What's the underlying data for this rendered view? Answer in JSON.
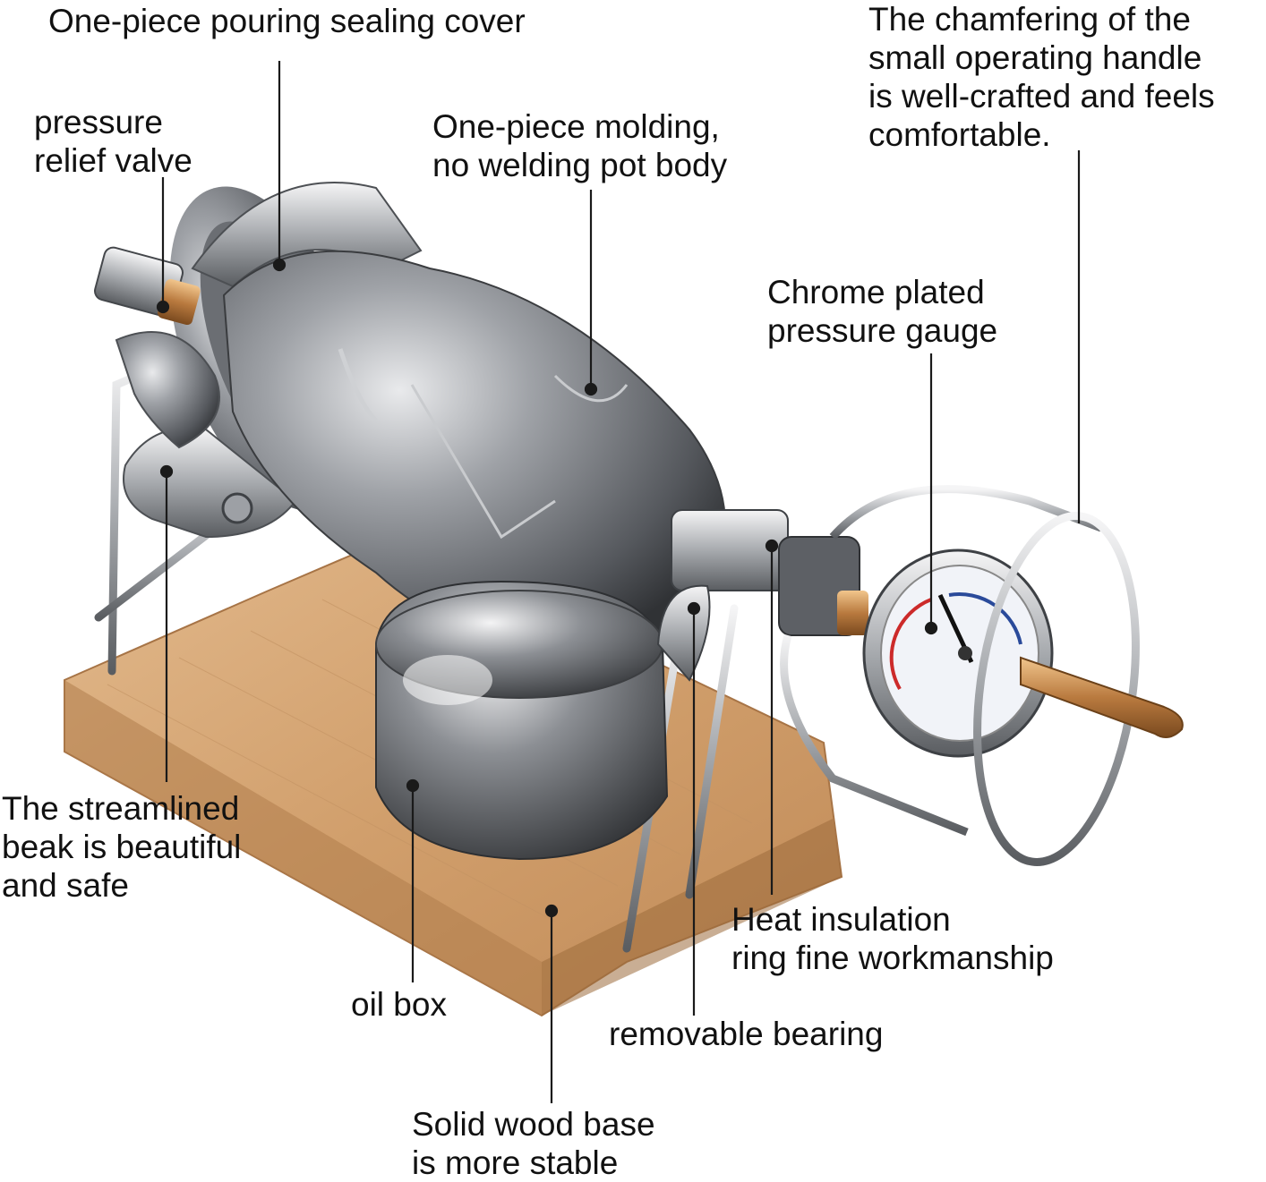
{
  "annotations": {
    "sealing_cover": [
      "One-piece pouring sealing cover"
    ],
    "pressure_relief_valve": [
      "pressure",
      "relief valve"
    ],
    "pot_body": [
      "One-piece molding,",
      "no welding pot body"
    ],
    "operating_handle": [
      "The chamfering of the",
      "small operating handle",
      "is well-crafted and feels",
      "comfortable."
    ],
    "pressure_gauge": [
      "Chrome plated",
      "pressure gauge"
    ],
    "beak": [
      "The streamlined",
      "beak is beautiful",
      "and safe"
    ],
    "heat_ring": [
      "Heat insulation",
      "ring fine workmanship"
    ],
    "oil_box": [
      "oil box"
    ],
    "bearing": [
      "removable bearing"
    ],
    "wood_base": [
      "Solid wood base",
      "is more stable"
    ]
  },
  "colors": {
    "background": "#ffffff",
    "text": "#111111",
    "leader_line": "#1a1a1a",
    "wood": "#d6a978",
    "steel": "#8a8d92"
  }
}
